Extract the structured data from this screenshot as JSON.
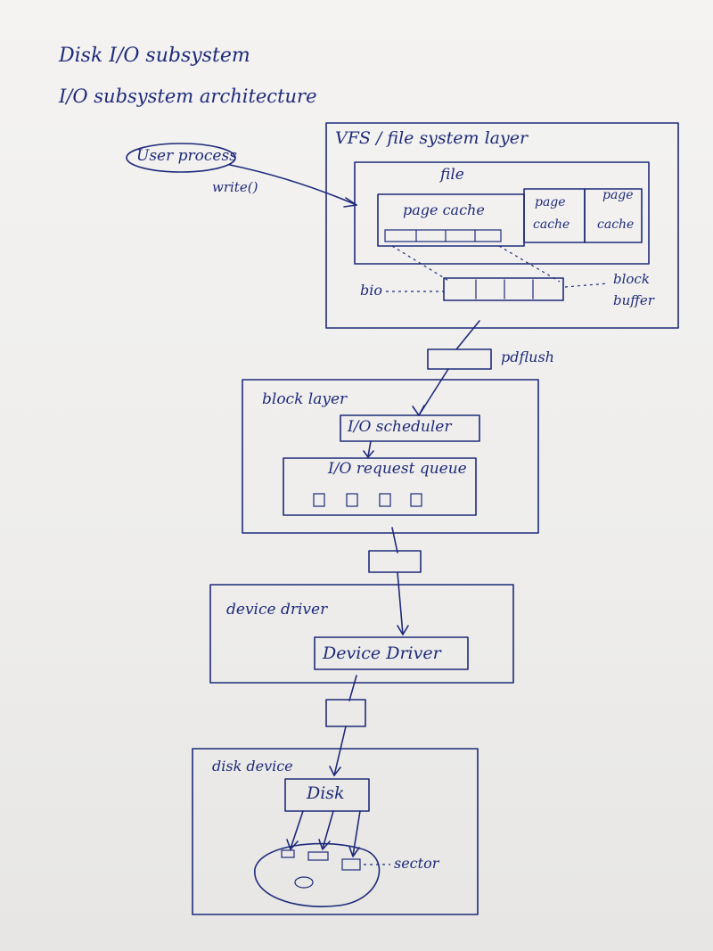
{
  "headings": {
    "title": "Disk I/O subsystem",
    "subtitle": "I/O subsystem architecture"
  },
  "diagram": {
    "user_process": "User process",
    "write_call": "write()",
    "vfs_layer": "VFS / file system layer",
    "file": "file",
    "page_cache_main": "page cache",
    "page_cache_2a": "page",
    "page_cache_2b": "cache",
    "page_cache_3a": "page",
    "page_cache_3b": "cache",
    "bio": "bio",
    "block_buffer_a": "block",
    "block_buffer_b": "buffer",
    "pdflush": "pdflush",
    "block_layer": "block layer",
    "io_scheduler": "I/O scheduler",
    "io_request_queue": "I/O request queue",
    "device_driver_layer": "device driver",
    "device_driver_box": "Device Driver",
    "disk_device_layer": "disk device",
    "disk": "Disk",
    "sector": "sector"
  },
  "colors": {
    "ink": "#1f2a7a",
    "paper": "#f1f0ee"
  }
}
